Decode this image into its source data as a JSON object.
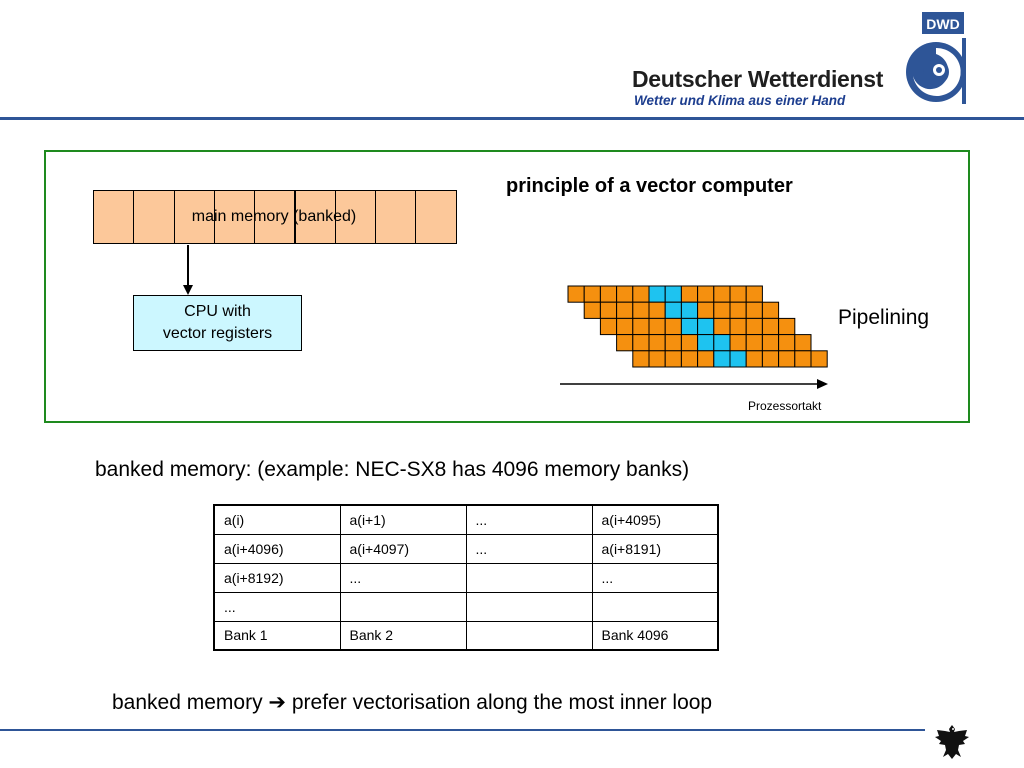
{
  "header": {
    "brand_name": "Deutscher Wetterdienst",
    "tagline": "Wetter und Klima aus einer Hand",
    "logo_text": "DWD"
  },
  "diagram": {
    "title": "principle of a vector computer",
    "memory_label": "main memory (banked)",
    "memory_cells": 9,
    "cpu_line1": "CPU with",
    "cpu_line2": "vector registers",
    "pipelining_label": "Pipelining",
    "axis_label": "Prozessortakt",
    "pipeline_rows": 5,
    "pipeline_cols": 12,
    "highlight_col_start": 5,
    "colors": {
      "memory_fill": "#fcc89a",
      "cpu_fill": "#ccf7ff",
      "pipeline_orange": "#f5900f",
      "pipeline_cyan": "#1ec3f0",
      "frame_green": "#1e8a1e",
      "rule_blue": "#2e5597"
    }
  },
  "banked_text": "banked memory: (example: NEC-SX8 has 4096 memory banks)",
  "table": {
    "rows": [
      [
        "a(i)",
        "a(i+1)",
        "...",
        "a(i+4095)"
      ],
      [
        "a(i+4096)",
        "a(i+4097)",
        "...",
        "a(i+8191)"
      ],
      [
        "a(i+8192)",
        "...",
        "",
        "..."
      ],
      [
        "...",
        "",
        "",
        ""
      ],
      [
        "Bank 1",
        "Bank 2",
        "",
        "Bank 4096"
      ]
    ]
  },
  "bottom_text": {
    "left": "banked memory",
    "arrow": "➔",
    "right": "prefer vectorisation along the most inner loop"
  }
}
